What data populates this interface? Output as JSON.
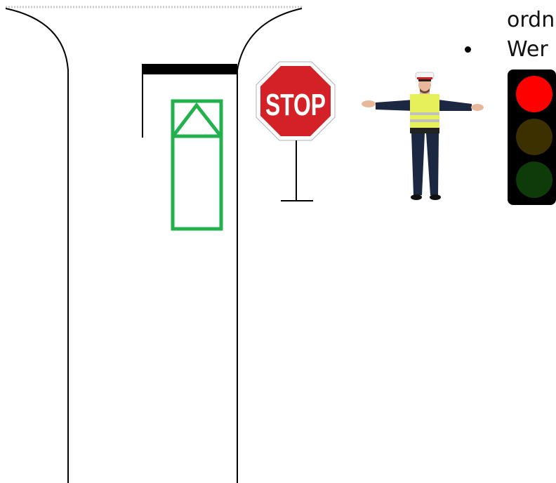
{
  "text": {
    "line1": "ordn",
    "line2": "Wer"
  },
  "stop_sign": {
    "label": "STOP",
    "color": "#d42127"
  },
  "traffic_light": {
    "red": "#ff0000",
    "yellow": "#3c3000",
    "green": "#0f3a0a"
  },
  "vehicle_color": "#22b14c",
  "police_officer": {
    "vest_color": "#e6f05a",
    "uniform_color": "#1c2841"
  }
}
